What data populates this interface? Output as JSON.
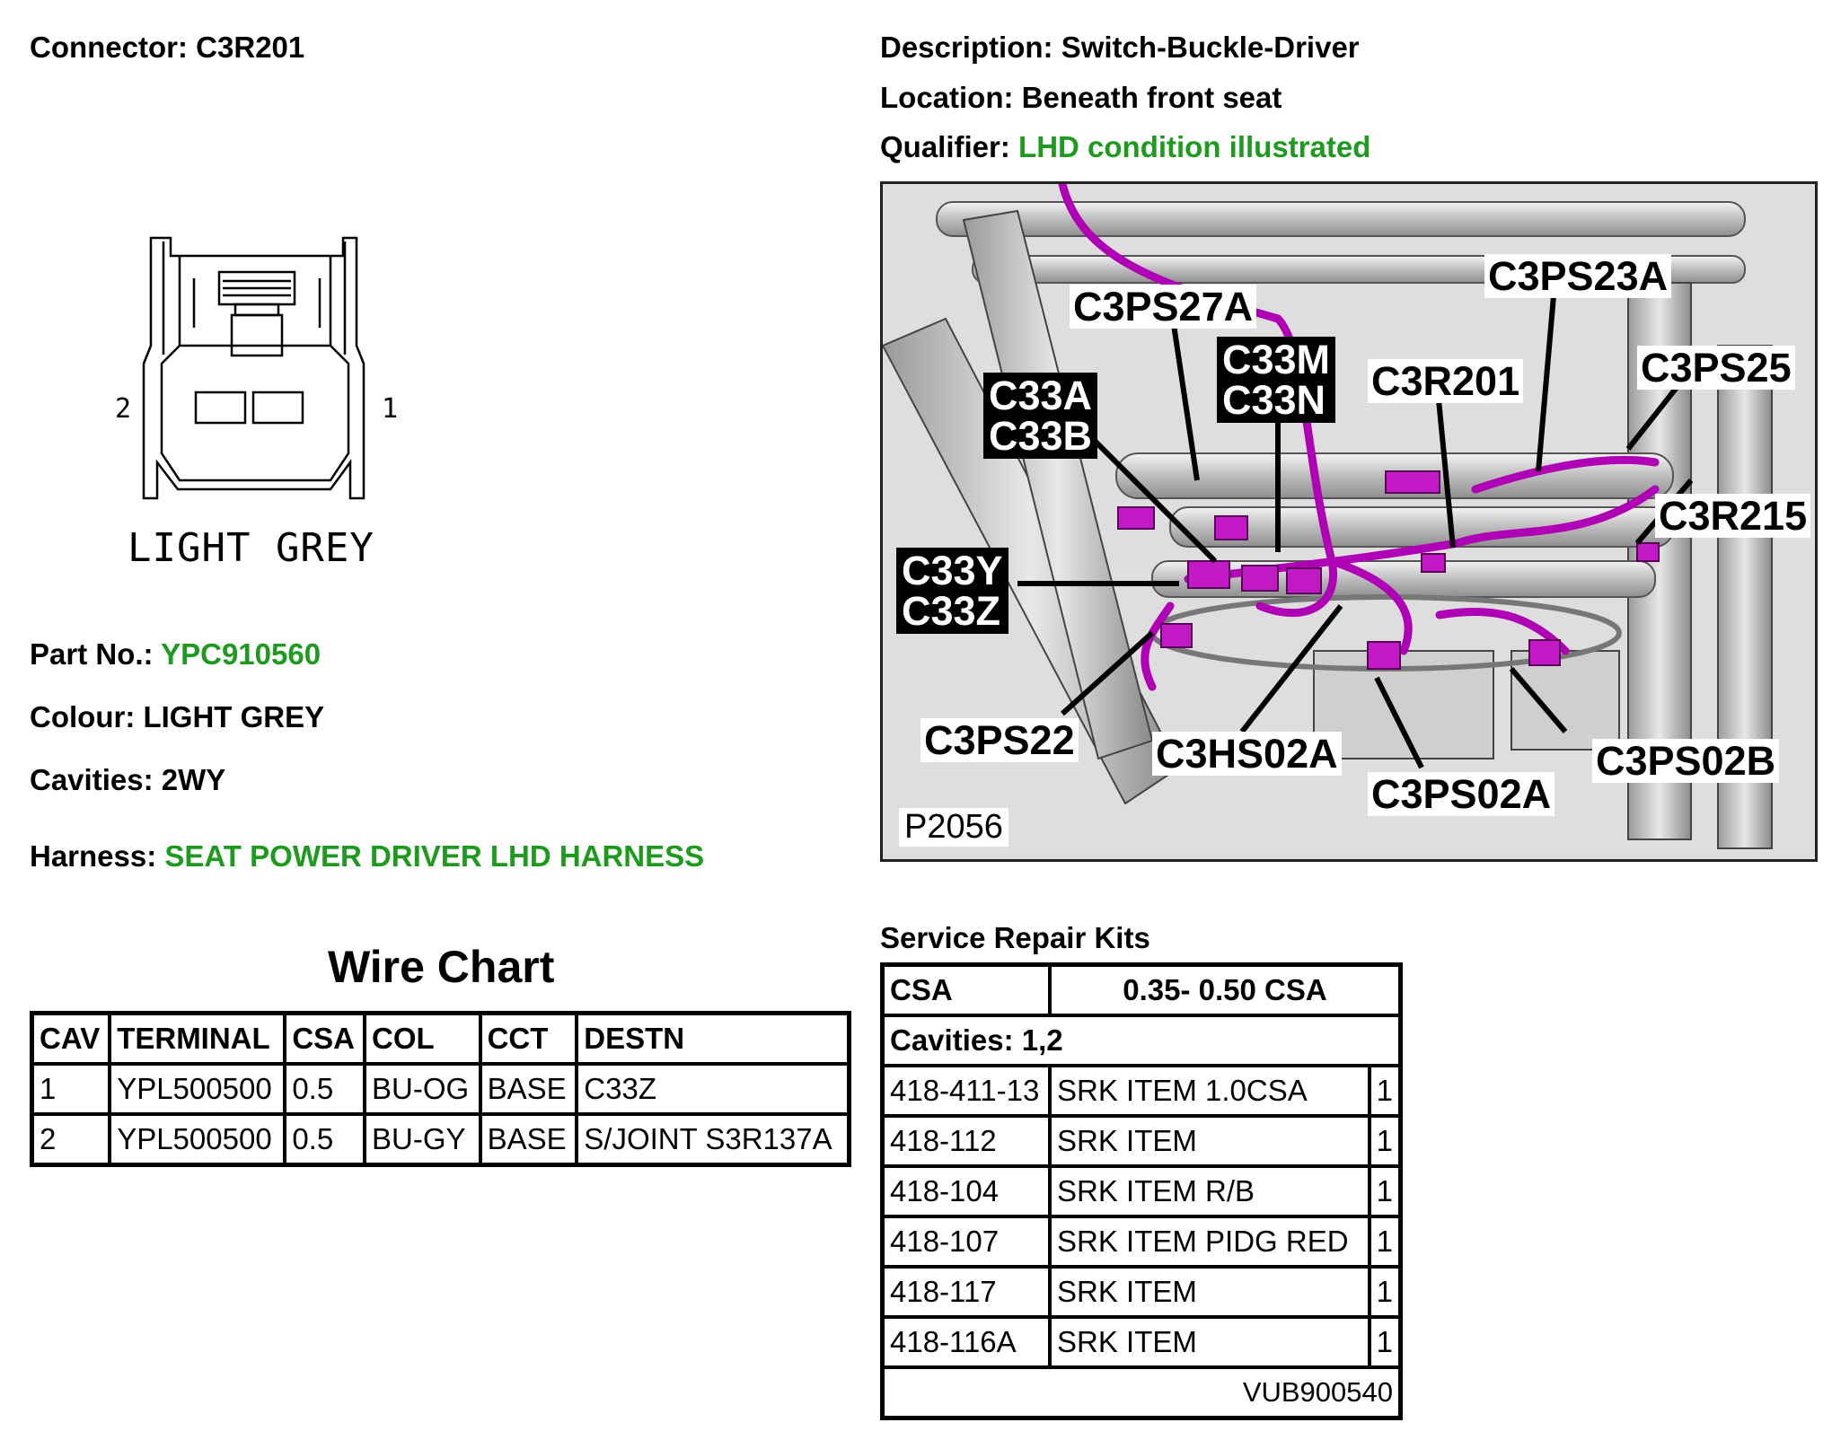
{
  "connector": {
    "label": "Connector:",
    "value": "C3R201"
  },
  "description": {
    "label": "Description:",
    "value": "Switch-Buckle-Driver"
  },
  "location": {
    "label": "Location:",
    "value": "Beneath front seat"
  },
  "qualifier": {
    "label": "Qualifier:",
    "value": "LHD condition illustrated"
  },
  "drawing": {
    "pin_left": "2",
    "pin_right": "1",
    "caption": "LIGHT GREY"
  },
  "part_no": {
    "label": "Part No.:",
    "value": "YPC910560"
  },
  "colour": {
    "label": "Colour:",
    "value": "LIGHT GREY"
  },
  "cavities": {
    "label": "Cavities:",
    "value": "2WY"
  },
  "harness": {
    "label": "Harness:",
    "value": "SEAT POWER DRIVER LHD HARNESS"
  },
  "photo": {
    "ref": "P2056",
    "callouts": [
      "C3PS27A",
      "C3PS23A",
      "C33A",
      "C33B",
      "C33M",
      "C33N",
      "C3R201",
      "C3PS25",
      "C3R215",
      "C33Y",
      "C33Z",
      "C3PS22",
      "C3HS02A",
      "C3PS02A",
      "C3PS02B"
    ],
    "highlight_color": "#b000b5"
  },
  "wire_chart": {
    "title": "Wire Chart",
    "headers": [
      "CAV",
      "TERMINAL",
      "CSA",
      "COL",
      "CCT",
      "DESTN"
    ],
    "rows": [
      [
        "1",
        "YPL500500",
        "0.5",
        "BU-OG",
        "BASE",
        "C33Z"
      ],
      [
        "2",
        "YPL500500",
        "0.5",
        "BU-GY",
        "BASE",
        "S/JOINT S3R137A"
      ]
    ]
  },
  "service_kits": {
    "title": "Service Repair Kits",
    "csa_label": "CSA",
    "csa_value": "0.35- 0.50 CSA",
    "cavities": "Cavities: 1,2",
    "rows": [
      [
        "418-411-13",
        "SRK ITEM 1.0CSA",
        "1"
      ],
      [
        "418-112",
        "SRK ITEM",
        "1"
      ],
      [
        "418-104",
        "SRK ITEM R/B",
        "1"
      ],
      [
        "418-107",
        "SRK ITEM PIDG RED",
        "1"
      ],
      [
        "418-117",
        "SRK ITEM",
        "1"
      ],
      [
        "418-116A",
        "SRK ITEM",
        "1"
      ]
    ],
    "ref": "VUB900540"
  },
  "colors": {
    "green": "#1e9a1e",
    "harness_magenta": "#b000b5"
  }
}
